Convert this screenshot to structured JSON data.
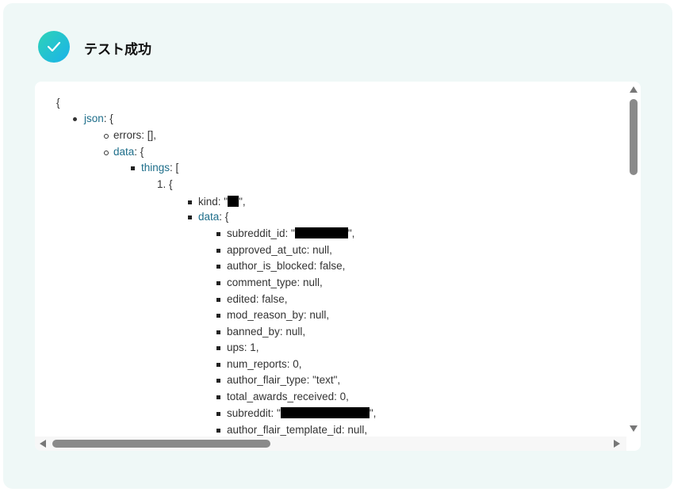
{
  "header": {
    "title": "テスト成功",
    "icon": "check-icon",
    "accent": "#1ab2ea"
  },
  "tree": {
    "open_brace": "{",
    "json_key": "json",
    "json_suffix": ": {",
    "errors": "errors: [],",
    "data_key": "data",
    "data_suffix": ": {",
    "things_key": "things",
    "things_suffix": ": [",
    "item_index": "1. {",
    "kind_prefix": "kind: \"",
    "quote_comma": "\",",
    "inner_data_key": "data",
    "inner_data_suffix": ": {",
    "subreddit_id_prefix": "subreddit_id: \"",
    "fields": [
      "approved_at_utc: null,",
      "author_is_blocked: false,",
      "comment_type: null,",
      "edited: false,",
      "mod_reason_by: null,",
      "banned_by: null,",
      "ups: 1,",
      "num_reports: 0,",
      "author_flair_type: \"text\",",
      "total_awards_received: 0,"
    ],
    "subreddit_prefix": "subreddit: \"",
    "last_field": "author_flair_template_id: null,"
  }
}
